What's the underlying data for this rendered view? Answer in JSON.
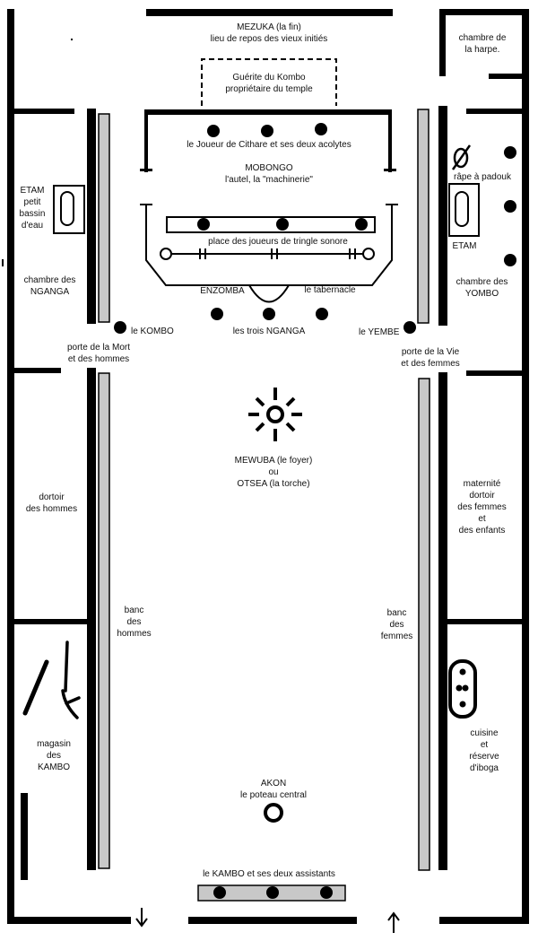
{
  "labels": {
    "mezuka": [
      "MEZUKA (la fin)",
      "lieu de repos des vieux initiés"
    ],
    "guerite": [
      "Guérite du Kombo",
      "propriétaire du temple"
    ],
    "harpe": [
      "chambre de",
      "la harpe."
    ],
    "cithare": "le Joueur de Cithare et ses deux acolytes",
    "mobongo": [
      "MOBONGO",
      "l'autel, la \"machinerie\""
    ],
    "etam_left": [
      "ETAM",
      "petit",
      "bassin",
      "d'eau"
    ],
    "rape": "râpe à padouk",
    "etam_right": "ETAM",
    "tringle": "place des joueurs de tringle sonore",
    "nganga_room": [
      "chambre des",
      "NGANGA"
    ],
    "yombo_room": [
      "chambre des",
      "YOMBO"
    ],
    "enzomba": "ENZOMBA",
    "tabernacle": "le tabernacle",
    "kombo": "le KOMBO",
    "trois_nganga": "les trois NGANGA",
    "yembe": "le YEMBE",
    "porte_mort": [
      "porte de la Mort",
      "et des hommes"
    ],
    "porte_vie": [
      "porte de la Vie",
      "et des femmes"
    ],
    "mewuba": [
      "MEWUBA (le foyer)",
      "ou",
      "OTSEA (la torche)"
    ],
    "dortoir_hommes": [
      "dortoir",
      "des hommes"
    ],
    "maternite": [
      "maternité",
      "dortoir",
      "des femmes",
      "et",
      "des enfants"
    ],
    "banc_hommes": [
      "banc",
      "des",
      "hommes"
    ],
    "banc_femmes": [
      "banc",
      "des",
      "femmes"
    ],
    "magasin": [
      "magasin",
      "des",
      "KAMBO"
    ],
    "cuisine": [
      "cuisine",
      "et",
      "réserve",
      "d'iboga"
    ],
    "akon": [
      "AKON",
      "le poteau central"
    ],
    "kambo_assistants": "le KAMBO et ses deux assistants"
  },
  "colors": {
    "wall": "#000000",
    "bench": "#c8c8c8",
    "background": "#ffffff"
  },
  "icons": [
    "fire-icon",
    "down-arrow-icon",
    "up-arrow-icon",
    "basin-icon",
    "padouk-grater-icon",
    "cooking-pot-icon",
    "central-post-icon"
  ]
}
